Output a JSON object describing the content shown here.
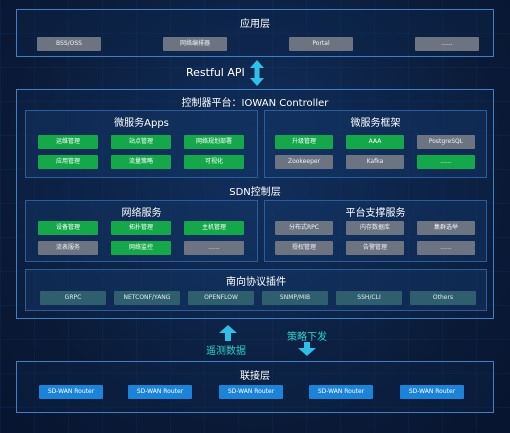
{
  "app_layer": {
    "title": "应用层",
    "items": [
      "BSS/OSS",
      "网络编排器",
      "Portal",
      "......"
    ]
  },
  "api_label": "Restful API",
  "controller": {
    "title": "控制器平台：IOWAN Controller",
    "microservice_apps": {
      "title": "微服务Apps",
      "items": [
        "运维管理",
        "站点管理",
        "网络规划部署",
        "应用管理",
        "流量策略",
        "可视化"
      ]
    },
    "microservice_framework": {
      "title": "微服务框架",
      "items": [
        "升级管理",
        "AAA",
        "PostgreSQL",
        "Zookeeper",
        "Kafka",
        "......"
      ]
    },
    "sdn_title": "SDN控制层",
    "network_services": {
      "title": "网络服务",
      "items": [
        "设备管理",
        "拓扑管理",
        "主机管理",
        "流表服务",
        "网络监控",
        "......"
      ]
    },
    "platform_services": {
      "title": "平台支撑服务",
      "items": [
        "分布式RPC",
        "内存数据库",
        "集群选举",
        "授权管理",
        "告警管理",
        "......"
      ]
    },
    "southbound": {
      "title": "南向协议插件",
      "items": [
        "GRPC",
        "NETCONF/YANG",
        "OPENFLOW",
        "SNMP/MIB",
        "SSH/CLI",
        "Others"
      ]
    }
  },
  "telemetry_label": "遥测数据",
  "policy_label": "策略下发",
  "access_layer": {
    "title": "联接层",
    "items": [
      "SD-WAN Router",
      "SD-WAN Router",
      "SD-WAN Router",
      "SD-WAN Router",
      "SD-WAN Router"
    ]
  },
  "colors": {
    "green": "#14a84a",
    "gray": "#6b7480",
    "blue": "#1c84d8",
    "teal": "#2f5f6e",
    "arrow": "#2fd2c8",
    "border": "#3d80c8"
  }
}
